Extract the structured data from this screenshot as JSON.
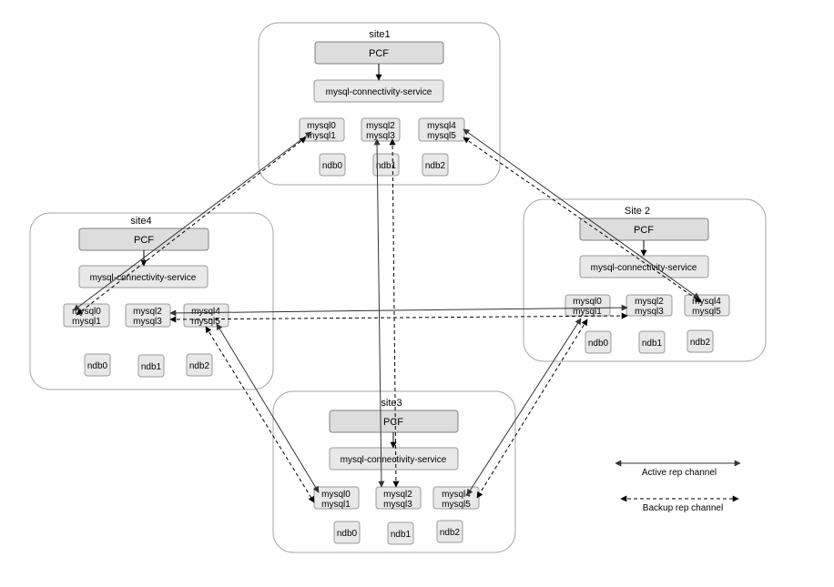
{
  "sites": {
    "site1": {
      "title": "site1",
      "pcf": "PCF",
      "service": "mysql-connectivity-service",
      "mysql": [
        [
          "mysql0",
          "mysql1"
        ],
        [
          "mysql2",
          "mysql3"
        ],
        [
          "mysql4",
          "mysql5"
        ]
      ],
      "ndb": [
        "ndb0",
        "ndb1",
        "ndb2"
      ]
    },
    "site2": {
      "title": "Site 2",
      "pcf": "PCF",
      "service": "mysql-connectivity-service",
      "mysql": [
        [
          "mysql0",
          "mysql1"
        ],
        [
          "mysql2",
          "mysql3"
        ],
        [
          "mysql4",
          "mysql5"
        ]
      ],
      "ndb": [
        "ndb0",
        "ndb1",
        "ndb2"
      ]
    },
    "site3": {
      "title": "site3",
      "pcf": "PCF",
      "service": "mysql-connectivity-service",
      "mysql": [
        [
          "mysql0",
          "mysql1"
        ],
        [
          "mysql2",
          "mysql3"
        ],
        [
          "mysql4",
          "mysql5"
        ]
      ],
      "ndb": [
        "ndb0",
        "ndb1",
        "ndb2"
      ]
    },
    "site4": {
      "title": "site4",
      "pcf": "PCF",
      "service": "mysql-connectivity-service",
      "mysql": [
        [
          "mysql0",
          "mysql1"
        ],
        [
          "mysql2",
          "mysql3"
        ],
        [
          "mysql4",
          "mysql5"
        ]
      ],
      "ndb": [
        "ndb0",
        "ndb1",
        "ndb2"
      ]
    }
  },
  "legend": {
    "active": "Active rep channel",
    "backup": "Backup rep channel"
  }
}
